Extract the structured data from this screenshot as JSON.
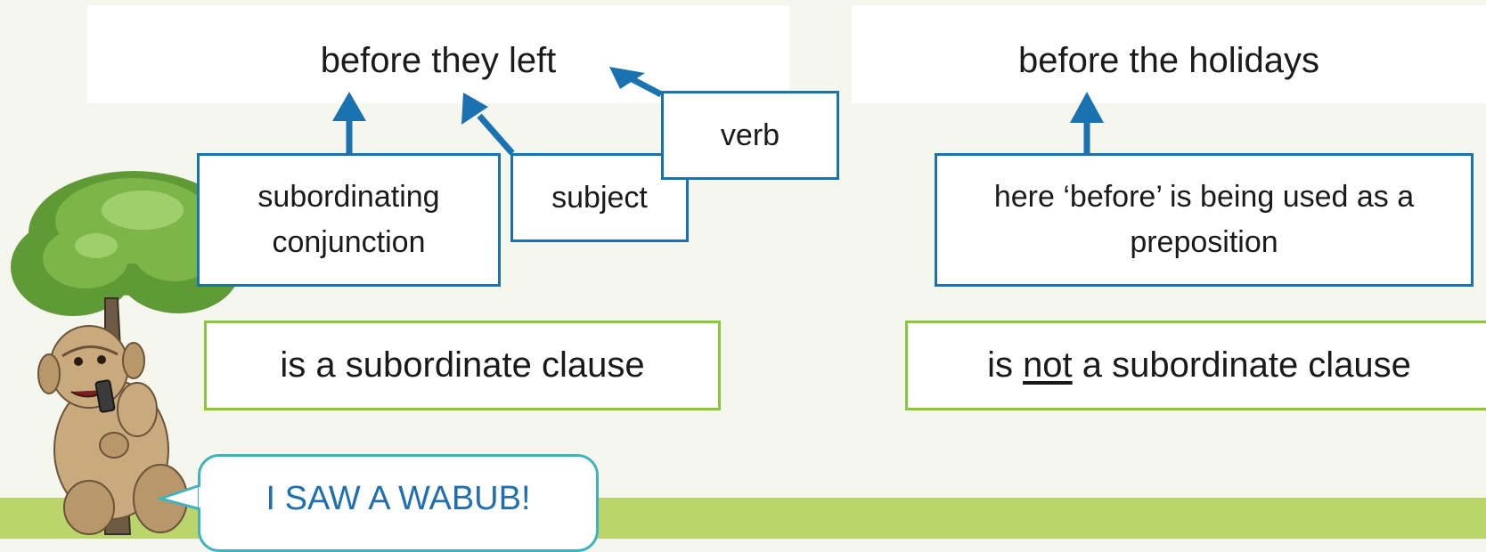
{
  "left": {
    "phrase": "before they left",
    "labels": {
      "conjunction_line1": "subordinating",
      "conjunction_line2": "conjunction",
      "subject": "subject",
      "verb": "verb"
    },
    "result": "is a subordinate clause"
  },
  "right": {
    "phrase": "before the holidays",
    "note_line1": "here ‘before’ is being used as a",
    "note_line2": "preposition",
    "result_prefix": "is ",
    "result_emphasis": "not",
    "result_suffix": " a subordinate clause"
  },
  "speech_bubble": "I SAW A WABUB!",
  "colors": {
    "background": "#f5f6ee",
    "ground": "#b9d56c",
    "arrow_blue": "#1a73b0",
    "box_green": "#8cc63f",
    "bubble_teal": "#44b2bd",
    "bubble_text": "#1f6fb2"
  },
  "icons": [
    "wabub-character-with-tree"
  ]
}
